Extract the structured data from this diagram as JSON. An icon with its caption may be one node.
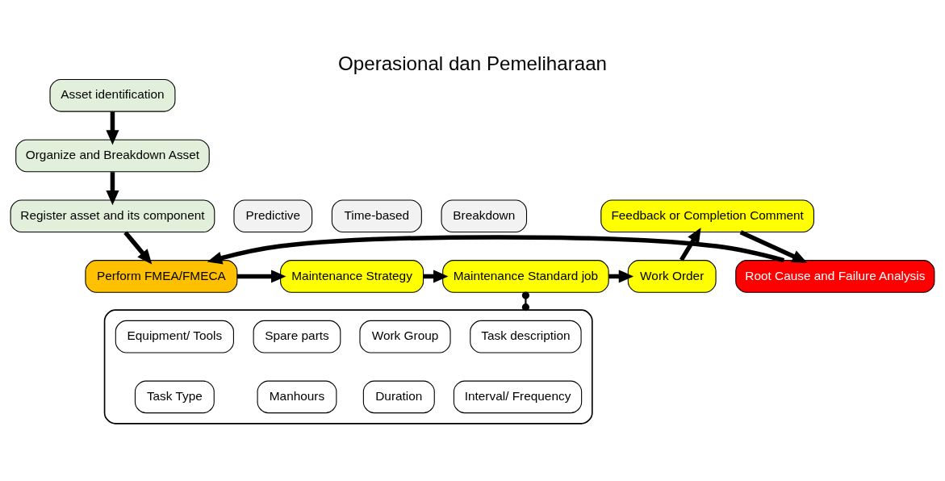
{
  "diagram": {
    "title": "Operasional dan Pemeliharaan",
    "nodes": [
      {
        "text": [
          "Asset identification"
        ]
      },
      {
        "text": [
          "Organize and Breakdown Asset"
        ]
      },
      {
        "text": [
          "Register asset and its component"
        ]
      },
      {
        "text": [
          "Perform FMEA/FMECA"
        ]
      },
      {
        "text": [
          "Maintenance Strategy"
        ]
      },
      {
        "text": [
          "Predictive"
        ]
      },
      {
        "text": [
          "Time-based"
        ]
      },
      {
        "text": [
          "Breakdown"
        ]
      },
      {
        "text": [
          "Maintenance Standard job"
        ]
      },
      {
        "text": [],
        "shape": "box"
      },
      {
        "text": [
          "Task description"
        ],
        "in": 9
      },
      {
        "text": [
          "Work Group"
        ],
        "in": 9
      },
      {
        "text": [
          "Spare parts"
        ],
        "in": 9
      },
      {
        "text": [
          "Equipment/ Tools"
        ],
        "in": 9
      },
      {
        "text": [
          "Interval/ Frequency"
        ],
        "in": 9
      },
      {
        "text": [
          "Duration"
        ],
        "in": 9
      },
      {
        "text": [
          "Manhours"
        ],
        "in": 9
      },
      {
        "text": [
          "Task Type"
        ],
        "in": 9
      },
      {
        "text": [
          "Work Order"
        ]
      },
      {
        "text": [
          "Feedback or Completion Comment"
        ]
      },
      {
        "text": [
          "Root Cause and Failure Analysis"
        ]
      }
    ],
    "edges": [
      {
        "from": 0,
        "to": 1,
        "arrow": "to"
      },
      {
        "from": 1,
        "to": 2,
        "arrow": "to"
      },
      {
        "from": 2,
        "to": 3,
        "arrow": "to"
      },
      {
        "from": 3,
        "to": 4,
        "arrow": "to"
      },
      {
        "from": 4,
        "to": 8,
        "arrow": "to"
      },
      {
        "from": 8,
        "to": 18,
        "arrow": "to"
      },
      {
        "from": 18,
        "to": 19,
        "arrow": "to"
      },
      {
        "from": 19,
        "to": 20,
        "arrow": "to"
      },
      {
        "from": 8,
        "to": 9,
        "arrow": "other"
      },
      {
        "from": 20,
        "to": 3,
        "arrow": "to"
      }
    ]
  }
}
